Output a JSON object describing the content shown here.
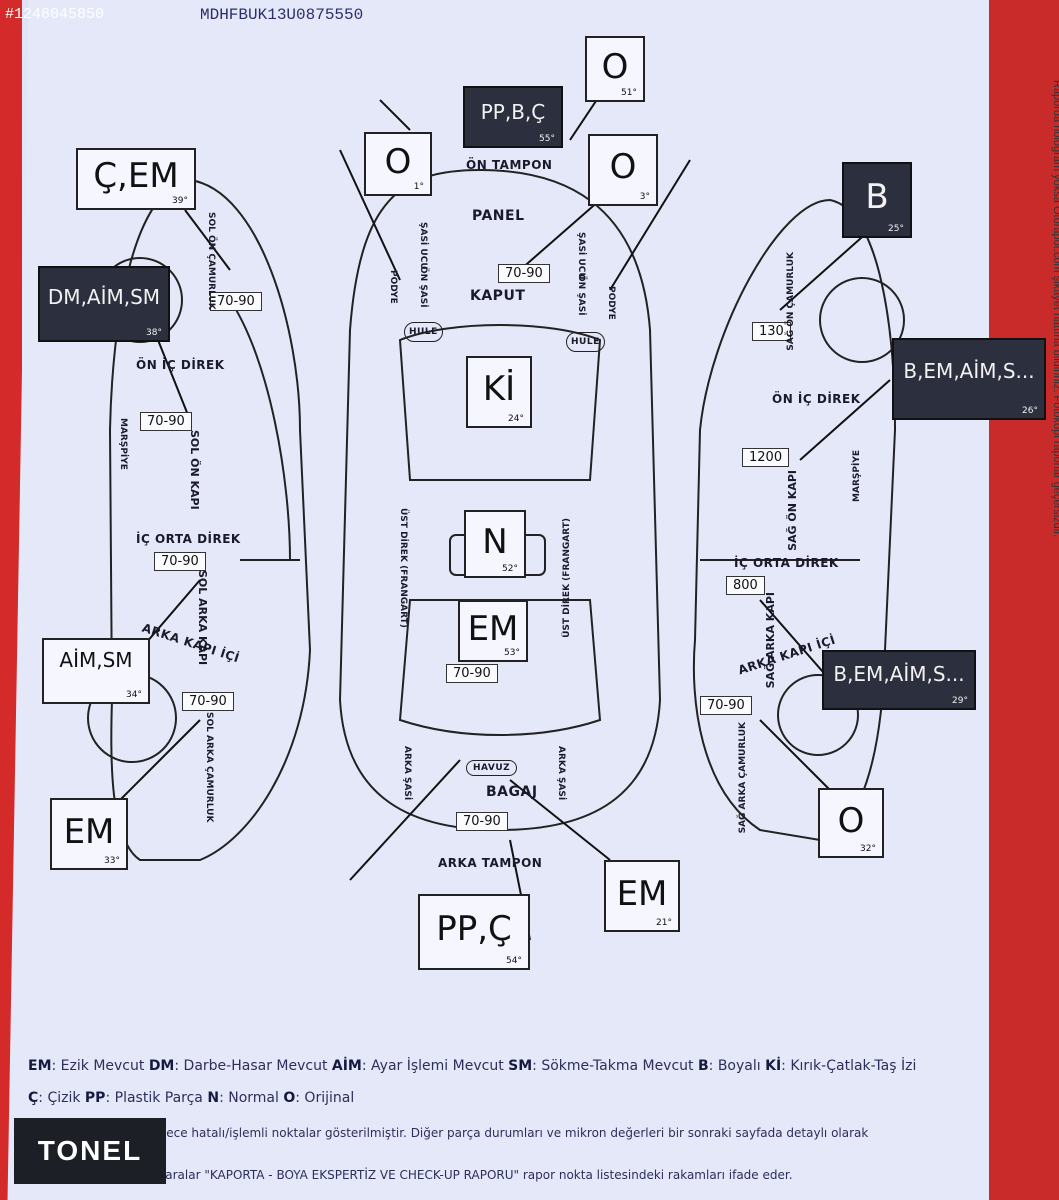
{
  "header": {
    "photo_id": "#1248045850",
    "vin": "MDHFBUK13U0875550"
  },
  "boxes": [
    {
      "id": "sol-on-camurluk",
      "label": "Ç,EM",
      "deg": "39°",
      "dark": false
    },
    {
      "id": "sol-on-kapi",
      "label": "DM,AİM,SM",
      "deg": "38°",
      "dark": true
    },
    {
      "id": "sol-arka-kapi",
      "label": "AİM,SM",
      "deg": "34°",
      "dark": false
    },
    {
      "id": "sol-arka-camurluk",
      "label": "EM",
      "deg": "33°",
      "dark": false
    },
    {
      "id": "on-tampon",
      "label": "PP,B,Ç",
      "deg": "55°",
      "dark": true
    },
    {
      "id": "sol-on-sasi",
      "label": "O",
      "deg": "1°",
      "dark": false
    },
    {
      "id": "sag-on-sasi",
      "label": "O",
      "deg": "3°",
      "dark": false
    },
    {
      "id": "panel",
      "label": "O",
      "deg": "51°",
      "dark": false
    },
    {
      "id": "tavan",
      "label": "Kİ",
      "deg": "24°",
      "dark": false
    },
    {
      "id": "tavan-orta",
      "label": "N",
      "deg": "52°",
      "dark": false
    },
    {
      "id": "bagaj",
      "label": "EM",
      "deg": "53°",
      "dark": false
    },
    {
      "id": "arka-tampon",
      "label": "PP,Ç",
      "deg": "54°",
      "dark": false
    },
    {
      "id": "bagaj-kapak",
      "label": "EM",
      "deg": "21°",
      "dark": false
    },
    {
      "id": "sag-on-camurluk",
      "label": "B",
      "deg": "25°",
      "dark": true
    },
    {
      "id": "sag-on-kapi",
      "label": "B,EM,AİM,S...",
      "deg": "26°",
      "dark": true
    },
    {
      "id": "sag-arka-kapi",
      "label": "B,EM,AİM,S...",
      "deg": "29°",
      "dark": true
    },
    {
      "id": "sag-arka-camurluk",
      "label": "O",
      "deg": "32°",
      "dark": false
    }
  ],
  "numbers": [
    "70-90",
    "70-90",
    "70-90",
    "70-90",
    "70-90",
    "70-90",
    "70-90",
    "70-90",
    "130",
    "1200",
    "800"
  ],
  "labels": {
    "on_tampon": "ÖN TAMPON",
    "panel": "PANEL",
    "kaput": "KAPUT",
    "bagaj": "BAGAJ",
    "arka_tampon": "ARKA TAMPON",
    "havuz": "HAVUZ",
    "hule_l": "HULE",
    "hule_r": "HULE",
    "on_ic_direk_l": "ÖN İÇ DİREK",
    "ic_orta_direk_l": "İÇ ORTA DİREK",
    "arka_kapi_ici_l": "ARKA KAPI İÇİ",
    "sol_on_kapi": "SOL ÖN KAPI",
    "sol_arka_kapi": "SOL ARKA KAPI",
    "on_ic_direk_r": "ÖN İÇ DİREK",
    "ic_orta_direk_r": "İÇ ORTA DİREK",
    "arka_kapi_ici_r": "ARKA KAPI İÇİ",
    "sag_on_kapi": "SAĞ ÖN KAPI",
    "sag_arka_kapi": "SAĞ ARKA KAPI",
    "sol_on_camurluk": "SOL ÖN ÇAMURLUK",
    "sol_arka_camurluk": "SOL ARKA ÇAMURLUK",
    "sag_on_camurluk": "SAĞ ÖN ÇAMURLUK",
    "sag_arka_camurluk": "SAĞ ARKA ÇAMURLUK",
    "sasi_ucu_l": "ŞASİ UCU",
    "sasi_ucu_r": "ŞASİ UCU",
    "on_sasi_l": "ÖN ŞASİ",
    "on_sasi_r": "ÖN ŞASİ",
    "podye_l": "PODYE",
    "podye_r": "PODYE",
    "ust_direk_l": "ÜST DİREK (FRANGART)",
    "ust_direk_r": "ÜST DİREK (FRANGART)",
    "arka_sasi_l": "ARKA ŞASİ",
    "arka_sasi_r": "ARKA ŞASİ",
    "marspiye_l": "MARŞPİYE",
    "marspiye_r": "MARŞPİYE"
  },
  "legend": {
    "line1": [
      {
        "k": "EM",
        "v": "Ezik Mevcut"
      },
      {
        "k": "DM",
        "v": "Darbe-Hasar Mevcut"
      },
      {
        "k": "AİM",
        "v": "Ayar İşlemi Mevcut"
      },
      {
        "k": "SM",
        "v": "Sökme-Takma Mevcut"
      },
      {
        "k": "B",
        "v": "Boyalı"
      },
      {
        "k": "Kİ",
        "v": "Kırık-Çatlak-Taş İzi"
      }
    ],
    "line2": [
      {
        "k": "Ç",
        "v": "Çizik"
      },
      {
        "k": "PP",
        "v": "Plastik Parça"
      },
      {
        "k": "N",
        "v": "Normal"
      },
      {
        "k": "O",
        "v": "Orijinal"
      }
    ]
  },
  "notes": {
    "note1": "Not: * Bu ekspertiz sadece hatalı/işlemli noktalar gösterilmiştir. Diğer parça durumları ve mikron değerleri bir sonraki sayfada detaylı olarak verilmektedir.",
    "note2": "Not: * Kutulardaki numaralar \"KAPORTA - BOYA EKSPERTİZ VE CHECK-UP RAPORU\" rapor nokta listesindeki rakamları ifade eder."
  },
  "logo": "TONEL",
  "side_text": "Raporda hologram yoksa Otorapor.com şikayet hattına bildiriniz. Fotokopi raporlar geçersizdir.",
  "colors": {
    "paper": "#e5e8f8",
    "ink": "#1a1a2a",
    "red": "#c92b2b",
    "dark_box": "#2c2f3e"
  }
}
